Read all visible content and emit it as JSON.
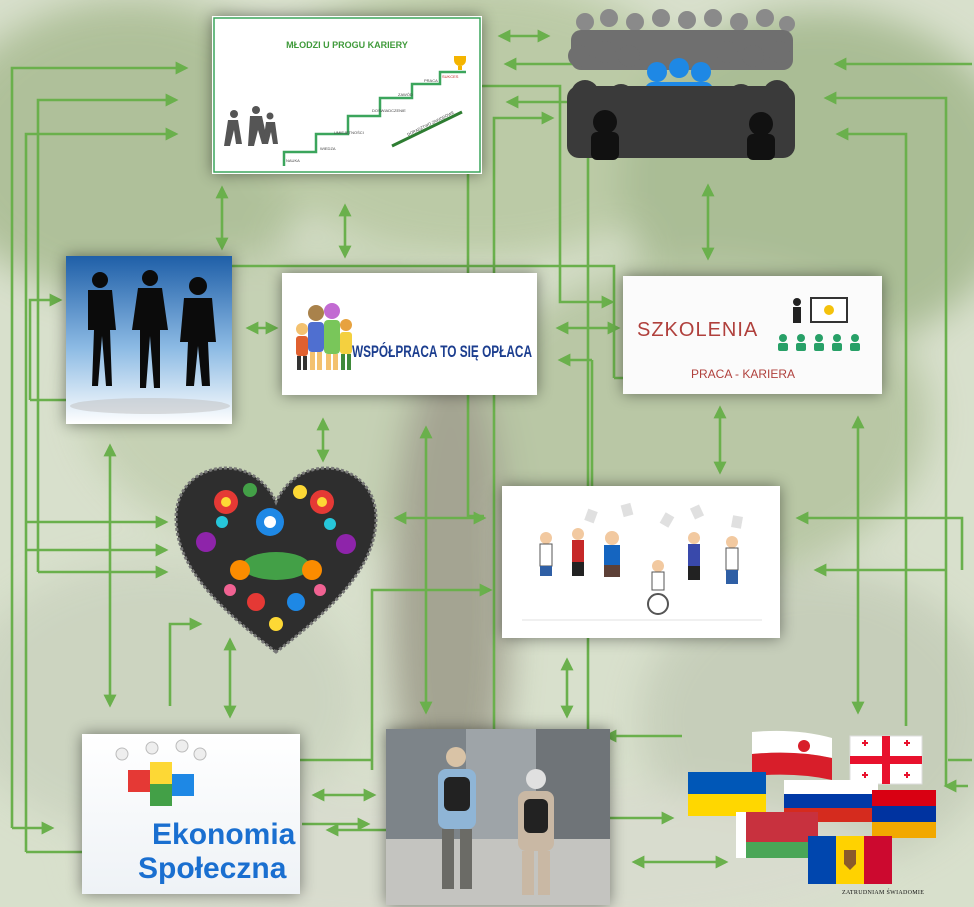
{
  "panels": {
    "mlodzi": {
      "title": "MŁODZI U PROGU KARIERY",
      "steps": [
        "NAUKA",
        "WIEDZA",
        "UMIEJĘTNOŚCI",
        "DOŚWIADCZENIE",
        "ZAWÓD",
        "PRACA",
        "SUKCES"
      ],
      "arrow_label": "DORADZTWO ZAWODOWE"
    },
    "wspolpraca": {
      "text": "WSPÓŁPRACA TO SIĘ OPŁACA"
    },
    "szkolenia": {
      "title": "SZKOLENIA",
      "subtitle": "PRACA - KARIERA"
    },
    "ekonomia": {
      "line1": "Ekonomia",
      "line2": "Społeczna"
    },
    "flags": {
      "caption": "ZATRUDNIAM ŚWIADOMIE"
    }
  },
  "colors": {
    "arrow": "#6ab04c",
    "crowd_highlight": "#1e88e5",
    "szkolenia_title": "#b0403c",
    "szkolenia_icon": "#27a067",
    "ekonomia_text": "#1a6fd0"
  },
  "icons": [
    "crowd-icon",
    "businesswomen-silhouette-icon",
    "family-icon",
    "folk-heart-icon",
    "puzzle-team-icon",
    "presentation-icon",
    "flags-icon"
  ]
}
